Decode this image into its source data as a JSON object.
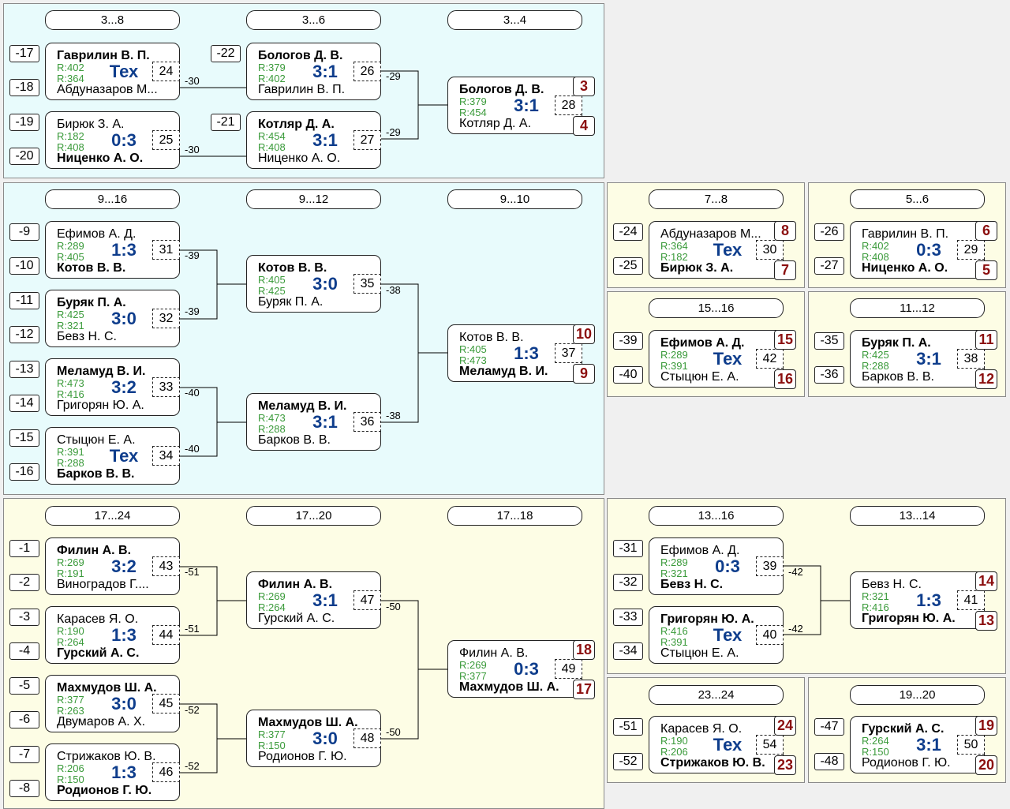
{
  "colors": {
    "cyan_panel": "#e8fbfc",
    "yellow_panel": "#fdfde5",
    "score": "#0e3d8c",
    "rating": "#3a9a3a",
    "place": "#8b0e0e"
  },
  "headers": [
    "3...8",
    "3...6",
    "3...4",
    "9...16",
    "9...12",
    "9...10",
    "7...8",
    "5...6",
    "15...16",
    "11...12",
    "17...24",
    "17...20",
    "17...18",
    "13...16",
    "13...14",
    "23...24",
    "19...20"
  ],
  "seeds": [
    "-17",
    "-18",
    "-19",
    "-20",
    "-22",
    "-21",
    "-9",
    "-10",
    "-11",
    "-12",
    "-13",
    "-14",
    "-15",
    "-16",
    "-24",
    "-25",
    "-26",
    "-27",
    "-39",
    "-40",
    "-35",
    "-36",
    "-1",
    "-2",
    "-3",
    "-4",
    "-5",
    "-6",
    "-7",
    "-8",
    "-31",
    "-32",
    "-33",
    "-34",
    "-51",
    "-52",
    "-47",
    "-48"
  ],
  "matches": [
    {
      "p1": "Гаврилин В. П.",
      "p1_win": true,
      "r1": "R:402",
      "p2": "Абдуназаров М...",
      "p2_win": false,
      "r2": "R:364",
      "score": "Тех",
      "num": "24"
    },
    {
      "p1": "Бирюк З. А.",
      "p1_win": false,
      "r1": "R:182",
      "p2": "Ниценко А. О.",
      "p2_win": true,
      "r2": "R:408",
      "score": "0:3",
      "num": "25"
    },
    {
      "p1": "Бологов Д. В.",
      "p1_win": true,
      "r1": "R:379",
      "p2": "Гаврилин В. П.",
      "p2_win": false,
      "r2": "R:402",
      "score": "3:1",
      "num": "26"
    },
    {
      "p1": "Котляр Д. А.",
      "p1_win": true,
      "r1": "R:454",
      "p2": "Ниценко А. О.",
      "p2_win": false,
      "r2": "R:408",
      "score": "3:1",
      "num": "27"
    },
    {
      "p1": "Бологов Д. В.",
      "p1_win": true,
      "r1": "R:379",
      "p2": "Котляр Д. А.",
      "p2_win": false,
      "r2": "R:454",
      "score": "3:1",
      "num": "28"
    },
    {
      "p1": "Ефимов А. Д.",
      "p1_win": false,
      "r1": "R:289",
      "p2": "Котов В. В.",
      "p2_win": true,
      "r2": "R:405",
      "score": "1:3",
      "num": "31"
    },
    {
      "p1": "Буряк П. А.",
      "p1_win": true,
      "r1": "R:425",
      "p2": "Бевз Н. С.",
      "p2_win": false,
      "r2": "R:321",
      "score": "3:0",
      "num": "32"
    },
    {
      "p1": "Меламуд В. И.",
      "p1_win": true,
      "r1": "R:473",
      "p2": "Григорян Ю. А.",
      "p2_win": false,
      "r2": "R:416",
      "score": "3:2",
      "num": "33"
    },
    {
      "p1": "Стыцюн Е. А.",
      "p1_win": false,
      "r1": "R:391",
      "p2": "Барков В. В.",
      "p2_win": true,
      "r2": "R:288",
      "score": "Тех",
      "num": "34"
    },
    {
      "p1": "Котов В. В.",
      "p1_win": true,
      "r1": "R:405",
      "p2": "Буряк П. А.",
      "p2_win": false,
      "r2": "R:425",
      "score": "3:0",
      "num": "35"
    },
    {
      "p1": "Меламуд В. И.",
      "p1_win": true,
      "r1": "R:473",
      "p2": "Барков В. В.",
      "p2_win": false,
      "r2": "R:288",
      "score": "3:1",
      "num": "36"
    },
    {
      "p1": "Котов В. В.",
      "p1_win": false,
      "r1": "R:405",
      "p2": "Меламуд В. И.",
      "p2_win": true,
      "r2": "R:473",
      "score": "1:3",
      "num": "37"
    },
    {
      "p1": "Абдуназаров М...",
      "p1_win": false,
      "r1": "R:364",
      "p2": "Бирюк З. А.",
      "p2_win": true,
      "r2": "R:182",
      "score": "Тех",
      "num": "30"
    },
    {
      "p1": "Гаврилин В. П.",
      "p1_win": false,
      "r1": "R:402",
      "p2": "Ниценко А. О.",
      "p2_win": true,
      "r2": "R:408",
      "score": "0:3",
      "num": "29"
    },
    {
      "p1": "Ефимов А. Д.",
      "p1_win": true,
      "r1": "R:289",
      "p2": "Стыцюн Е. А.",
      "p2_win": false,
      "r2": "R:391",
      "score": "Тех",
      "num": "42"
    },
    {
      "p1": "Буряк П. А.",
      "p1_win": true,
      "r1": "R:425",
      "p2": "Барков В. В.",
      "p2_win": false,
      "r2": "R:288",
      "score": "3:1",
      "num": "38"
    },
    {
      "p1": "Филин А. В.",
      "p1_win": true,
      "r1": "R:269",
      "p2": "Виноградов Г....",
      "p2_win": false,
      "r2": "R:191",
      "score": "3:2",
      "num": "43"
    },
    {
      "p1": "Карасев Я. О.",
      "p1_win": false,
      "r1": "R:190",
      "p2": "Гурский А. С.",
      "p2_win": true,
      "r2": "R:264",
      "score": "1:3",
      "num": "44"
    },
    {
      "p1": "Махмудов Ш. А.",
      "p1_win": true,
      "r1": "R:377",
      "p2": "Двумаров А. Х.",
      "p2_win": false,
      "r2": "R:263",
      "score": "3:0",
      "num": "45"
    },
    {
      "p1": "Стрижаков Ю. В.",
      "p1_win": false,
      "r1": "R:206",
      "p2": "Родионов Г. Ю.",
      "p2_win": true,
      "r2": "R:150",
      "score": "1:3",
      "num": "46"
    },
    {
      "p1": "Филин А. В.",
      "p1_win": true,
      "r1": "R:269",
      "p2": "Гурский А. С.",
      "p2_win": false,
      "r2": "R:264",
      "score": "3:1",
      "num": "47"
    },
    {
      "p1": "Махмудов Ш. А.",
      "p1_win": true,
      "r1": "R:377",
      "p2": "Родионов Г. Ю.",
      "p2_win": false,
      "r2": "R:150",
      "score": "3:0",
      "num": "48"
    },
    {
      "p1": "Филин А. В.",
      "p1_win": false,
      "r1": "R:269",
      "p2": "Махмудов Ш. А.",
      "p2_win": true,
      "r2": "R:377",
      "score": "0:3",
      "num": "49"
    },
    {
      "p1": "Ефимов А. Д.",
      "p1_win": false,
      "r1": "R:289",
      "p2": "Бевз Н. С.",
      "p2_win": true,
      "r2": "R:321",
      "score": "0:3",
      "num": "39"
    },
    {
      "p1": "Григорян Ю. А.",
      "p1_win": true,
      "r1": "R:416",
      "p2": "Стыцюн Е. А.",
      "p2_win": false,
      "r2": "R:391",
      "score": "Тех",
      "num": "40"
    },
    {
      "p1": "Бевз Н. С.",
      "p1_win": false,
      "r1": "R:321",
      "p2": "Григорян Ю. А.",
      "p2_win": true,
      "r2": "R:416",
      "score": "1:3",
      "num": "41"
    },
    {
      "p1": "Карасев Я. О.",
      "p1_win": false,
      "r1": "R:190",
      "p2": "Стрижаков Ю. В.",
      "p2_win": true,
      "r2": "R:206",
      "score": "Тех",
      "num": "54"
    },
    {
      "p1": "Гурский А. С.",
      "p1_win": true,
      "r1": "R:264",
      "p2": "Родионов Г. Ю.",
      "p2_win": false,
      "r2": "R:150",
      "score": "3:1",
      "num": "50"
    }
  ],
  "losers": [
    "-30",
    "-30",
    "-29",
    "-29",
    "-39",
    "-39",
    "-40",
    "-40",
    "-38",
    "-38",
    "-51",
    "-51",
    "-52",
    "-52",
    "-50",
    "-50",
    "-42",
    "-42"
  ],
  "places": [
    "3",
    "4",
    "10",
    "9",
    "8",
    "7",
    "6",
    "5",
    "15",
    "16",
    "11",
    "12",
    "18",
    "17",
    "14",
    "13",
    "24",
    "23",
    "19",
    "20"
  ]
}
